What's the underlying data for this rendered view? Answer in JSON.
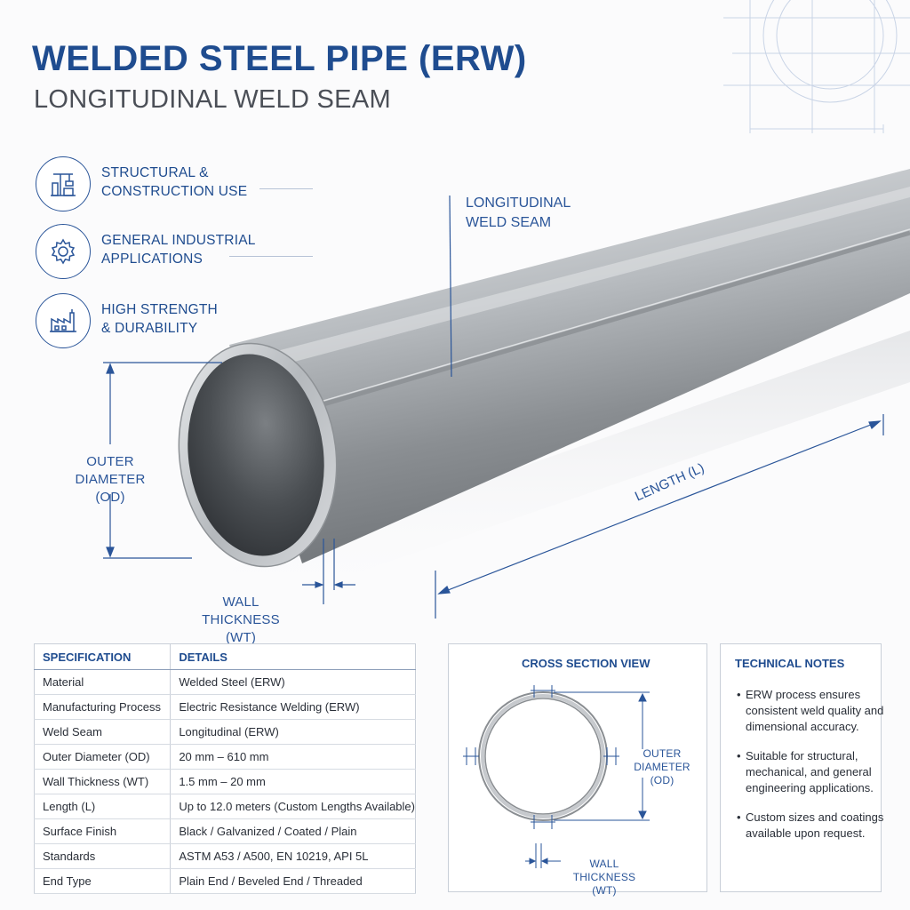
{
  "header": {
    "title": "WELDED STEEL PIPE (ERW)",
    "subtitle": "LONGITUDINAL WELD SEAM"
  },
  "features": [
    {
      "icon": "construction-icon",
      "lines": [
        "STRUCTURAL &",
        "CONSTRUCTION USE"
      ]
    },
    {
      "icon": "gear-icon",
      "lines": [
        "GENERAL INDUSTRIAL",
        "APPLICATIONS"
      ]
    },
    {
      "icon": "factory-icon",
      "lines": [
        "HIGH STRENGTH",
        "& DURABILITY"
      ]
    }
  ],
  "diagram": {
    "seam_label": [
      "LONGITUDINAL",
      "WELD SEAM"
    ],
    "od_label": [
      "OUTER DIAMETER",
      "(OD)"
    ],
    "wt_label": [
      "WALL THICKNESS",
      "(WT)"
    ],
    "length_label": "LENGTH (L)"
  },
  "spec_table": {
    "headers": [
      "SPECIFICATION",
      "DETAILS"
    ],
    "rows": [
      [
        "Material",
        "Welded Steel (ERW)"
      ],
      [
        "Manufacturing Process",
        "Electric Resistance Welding (ERW)"
      ],
      [
        "Weld Seam",
        "Longitudinal (ERW)"
      ],
      [
        "Outer Diameter (OD)",
        "20 mm – 610 mm"
      ],
      [
        "Wall Thickness (WT)",
        "1.5 mm – 20 mm"
      ],
      [
        "Length (L)",
        "Up to 12.0 meters (Custom Lengths Available)"
      ],
      [
        "Surface Finish",
        "Black / Galvanized / Coated / Plain"
      ],
      [
        "Standards",
        "ASTM A53 / A500, EN 10219, API 5L"
      ],
      [
        "End Type",
        "Plain End / Beveled End / Threaded"
      ]
    ]
  },
  "cross_section": {
    "title": "CROSS SECTION VIEW",
    "od_label": [
      "OUTER DIAMETER",
      "(OD)"
    ],
    "wt_label": [
      "WALL THICKNESS",
      "(WT)"
    ]
  },
  "technical_notes": {
    "title": "TECHNICAL NOTES",
    "items": [
      "ERW process ensures consistent weld quality and dimensional accuracy.",
      "Suitable for structural, mechanical, and general engineering applications.",
      "Custom sizes and coatings available upon request."
    ]
  },
  "colors": {
    "accent": "#1f4c8f",
    "dimension_line": "#2a5599",
    "steel_light": "#c9ccd0",
    "steel_dark": "#6e7276"
  }
}
